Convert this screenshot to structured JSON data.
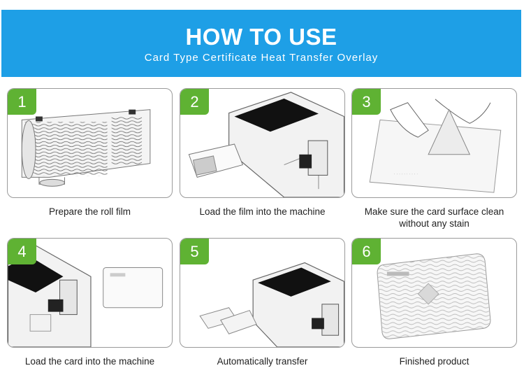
{
  "header": {
    "title": "HOW TO USE",
    "subtitle": "Card Type Certificate Heat Transfer Overlay"
  },
  "steps": [
    {
      "number": "1",
      "caption": "Prepare the roll film"
    },
    {
      "number": "2",
      "caption": "Load the film into the machine"
    },
    {
      "number": "3",
      "caption": "Make sure the card surface clean without any stain"
    },
    {
      "number": "4",
      "caption": "Load the card into the machine"
    },
    {
      "number": "5",
      "caption": "Automatically transfer"
    },
    {
      "number": "6",
      "caption": "Finished product"
    }
  ],
  "colors": {
    "banner": "#1e9fe6",
    "badge": "#5fb233",
    "border": "#9a9a9a"
  }
}
